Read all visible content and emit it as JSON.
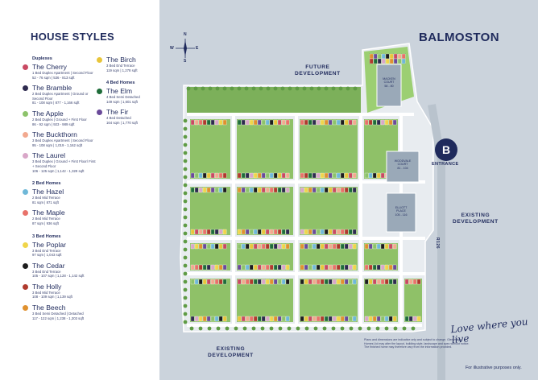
{
  "legend": {
    "title": "HOUSE STYLES",
    "col1": [
      {
        "group": "Duplexes"
      },
      {
        "name": "The Cherry",
        "desc": "1 Bed Duplex Apartment | Second Floor",
        "size": "52 - 76 sqm | 536 - 813 sqft",
        "color": "#c94a63"
      },
      {
        "name": "The Bramble",
        "desc": "2 Bed Duplex Apartment | Ground or Second Floor",
        "size": "81 - 108 sqm | 877 - 1,166 sqft",
        "color": "#2e2b4f"
      },
      {
        "name": "The Apple",
        "desc": "2 Bed Duplex | Ground + First Floor",
        "size": "86 - 92 sqm | 923 - 989 sqft",
        "color": "#8dc36b"
      },
      {
        "name": "The Buckthorn",
        "desc": "3 Bed Duplex Apartment | Second Floor",
        "size": "95 - 108 sqm | 1,019 - 1,162 sqft",
        "color": "#f2a98f"
      },
      {
        "name": "The Laurel",
        "desc": "3 Bed Duplex | Ground + First Floor/ First + Second Floor",
        "size": "106 - 125 sqm | 1,142 - 1,329 sqft",
        "color": "#d9a7c8"
      },
      {
        "group": "2 Bed Homes"
      },
      {
        "name": "The Hazel",
        "desc": "2 Bed Mid Terrace",
        "size": "81 sqm | 871 sqft",
        "color": "#6fb8d8"
      },
      {
        "name": "The Maple",
        "desc": "2 Bed Mid Terrace",
        "size": "87 sqm | 936 sqft",
        "color": "#e8726a"
      },
      {
        "group": "3 Bed Homes"
      },
      {
        "name": "The Poplar",
        "desc": "3 Bed End Terrace",
        "size": "97 sqm | 1,043 sqft",
        "color": "#f0d54a"
      },
      {
        "name": "The Cedar",
        "desc": "3 Bed End Terrace",
        "size": "105 - 107 sqm | 1,128 - 1,142 sqft",
        "color": "#1d1d1d"
      },
      {
        "name": "The Holly",
        "desc": "3 Bed Mid Terrace",
        "size": "108 - 109 sqm | 1,139 sqft",
        "color": "#b03a2e"
      },
      {
        "name": "The Beech",
        "desc": "3 Bed Semi Detached | Detached",
        "size": "117 - 122 sqm | 1,238 - 1,303 sqft",
        "color": "#e0912f"
      }
    ],
    "col2": [
      {
        "name": "The Birch",
        "desc": "3 Bed End Terrace",
        "size": "119 sqm | 1,278 sqft",
        "color": "#e8c53a"
      },
      {
        "group": "4 Bed Homes"
      },
      {
        "name": "The Elm",
        "desc": "4 Bed Semi Detached",
        "size": "149 sqm | 1,601 sqft",
        "color": "#1f6d3a"
      },
      {
        "name": "The Fir",
        "desc": "4 Bed Detached",
        "size": "164 sqm | 1,770 sqft",
        "color": "#6a4a9a"
      }
    ]
  },
  "map": {
    "title": "BALMOSTON",
    "labels": {
      "future_development": "FUTURE\nDEVELOPMENT",
      "existing_development_right": "EXISTING\nDEVELOPMENT",
      "existing_development_bottom": "EXISTING\nDEVELOPMENT",
      "road_r126": "R126"
    },
    "entrance": {
      "badge": "B",
      "label": "ENTRANCE"
    },
    "compass": {
      "n": "N",
      "e": "E",
      "s": "S",
      "w": "W"
    },
    "buildings": {
      "b1": "MACKEN\nCOURT\n58 - 80",
      "b2": "WOODVALE\nCOURT\n81 - 104",
      "b3": "ELLIOTT\nPLACE\n105 - 116"
    },
    "tagline": "Love where you live",
    "disclaimer": "Plans and dimensions are indicative only and subject to change. Glenveagh Homes Ltd may alter the layout, building style, landscape and spec without notice. The finished home may therefore vary from the information provided.",
    "illustrative": "For illustrative purposes only."
  }
}
